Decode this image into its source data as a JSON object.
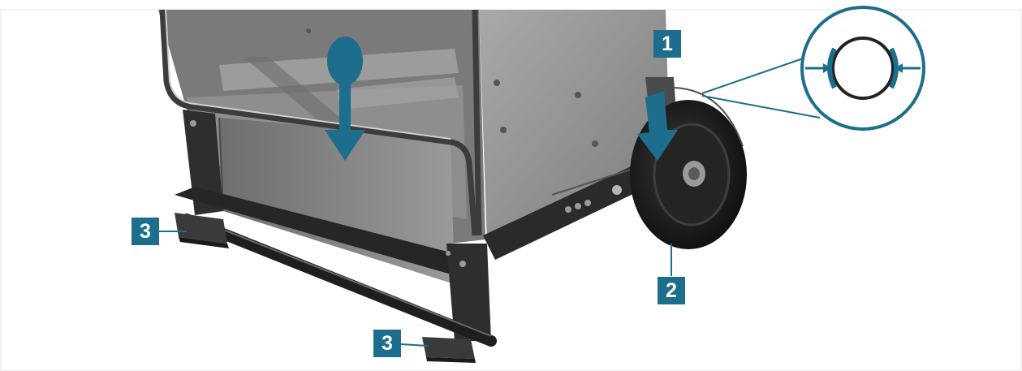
{
  "callouts": {
    "c1": "1",
    "c2": "2",
    "c3_front": "3",
    "c3_rear": "3"
  },
  "colors": {
    "callout": "#1c6e8c",
    "arrow": "#1c6e8c",
    "frame_dark": "#2c2c2c",
    "body_grey": "#8b8b8b",
    "tyre": "#1a1a1a"
  },
  "icons": [
    "down-arrow-icon",
    "tyre-pressure-icon"
  ]
}
